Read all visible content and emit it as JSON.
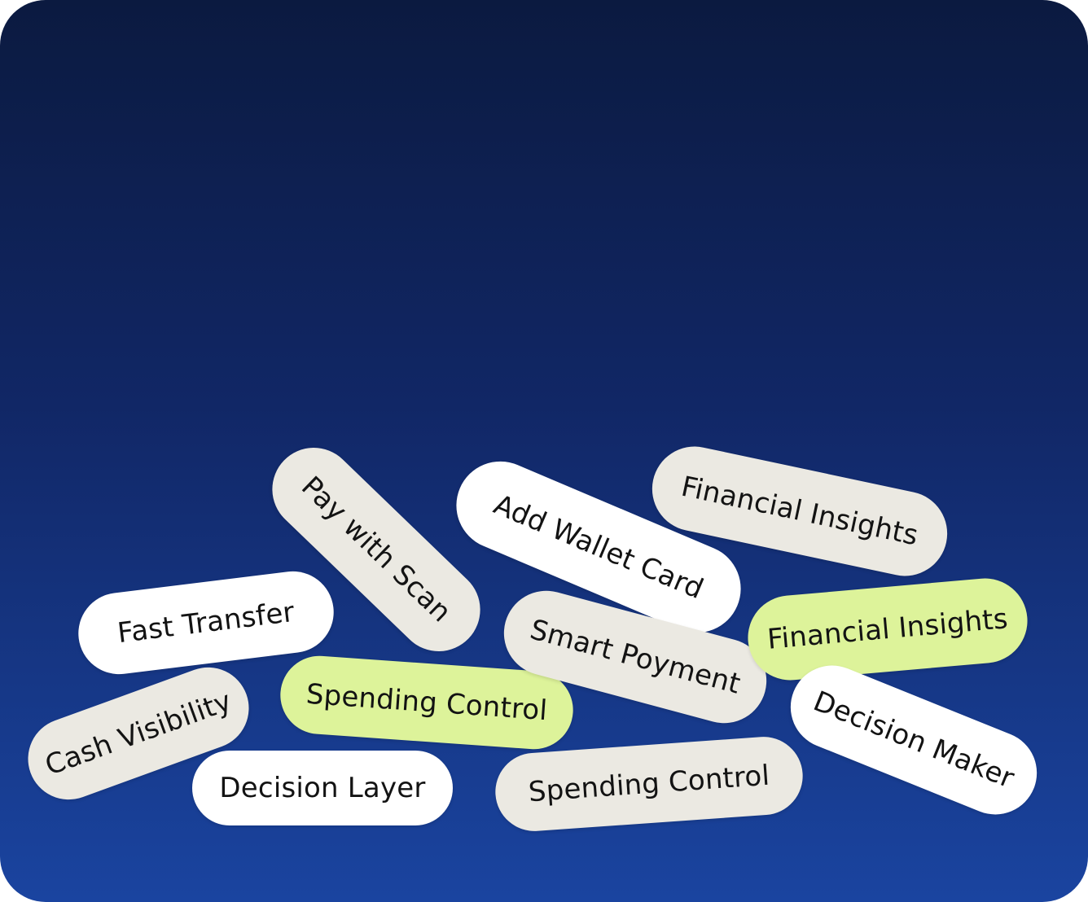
{
  "pills": {
    "cash_visibility": "Cash Visibility",
    "fast_transfer": "Fast Transfer",
    "decision_layer": "Decision Layer",
    "pay_with_scan": "Pay with Scan",
    "spending_control_lime": "Spending Control",
    "add_wallet_card": "Add Wallet Card",
    "smart_payment": "Smart Poyment",
    "spending_control_gray": "Spending Control",
    "financial_insights_gray": "Financial Insights",
    "financial_insights_lime": "Financial Insights",
    "decision_maker": "Decision Maker"
  },
  "colors": {
    "background_top": "#0b1a40",
    "background_bottom": "#1a44a0",
    "pill_white": "#ffffff",
    "pill_gray": "#ebe9e2",
    "pill_lime": "#ddf39a",
    "text": "#131313"
  }
}
